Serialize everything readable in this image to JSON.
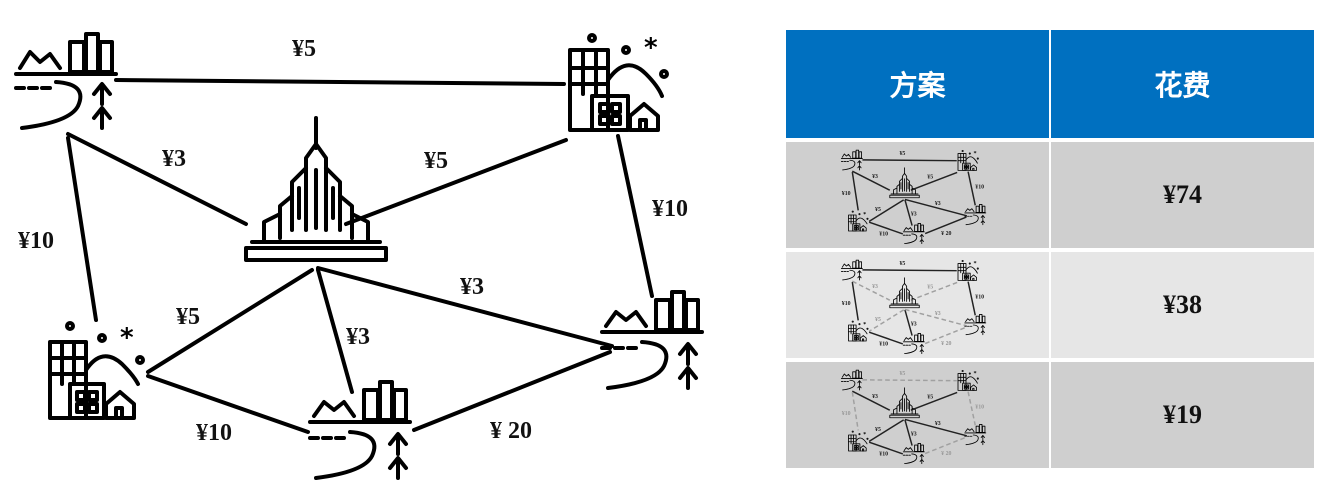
{
  "nodes": [
    {
      "id": "n1",
      "icon": "city-road-icon"
    },
    {
      "id": "n2",
      "icon": "city-mountain-icon"
    },
    {
      "id": "n3",
      "icon": "skyscraper-icon"
    },
    {
      "id": "n4",
      "icon": "city-mountain-icon"
    },
    {
      "id": "n5",
      "icon": "city-road-icon"
    },
    {
      "id": "n6",
      "icon": "city-road-icon"
    }
  ],
  "edges": [
    {
      "from": "n1",
      "to": "n2",
      "cost": "¥5"
    },
    {
      "from": "n1",
      "to": "n3",
      "cost": "¥3"
    },
    {
      "from": "n2",
      "to": "n3",
      "cost": "¥5"
    },
    {
      "from": "n1",
      "to": "n4",
      "cost": "¥10"
    },
    {
      "from": "n2",
      "to": "n6",
      "cost": "¥10"
    },
    {
      "from": "n3",
      "to": "n4",
      "cost": "¥5"
    },
    {
      "from": "n3",
      "to": "n5",
      "cost": "¥3"
    },
    {
      "from": "n3",
      "to": "n6",
      "cost": "¥3"
    },
    {
      "from": "n4",
      "to": "n5",
      "cost": "¥10"
    },
    {
      "from": "n5",
      "to": "n6",
      "cost": "¥ 20"
    }
  ],
  "table": {
    "headers": [
      "方案",
      "花费"
    ],
    "rows": [
      {
        "cost": "¥74",
        "scheme": "all-edges"
      },
      {
        "cost": "¥38",
        "scheme": "partial"
      },
      {
        "cost": "¥19",
        "scheme": "minimum-spanning-tree"
      }
    ]
  },
  "colors": {
    "header_bg": "#0070c0",
    "row_dark": "#cfcfcf",
    "row_light": "#e6e6e6",
    "dashed_edge": "#a0a0a0"
  }
}
